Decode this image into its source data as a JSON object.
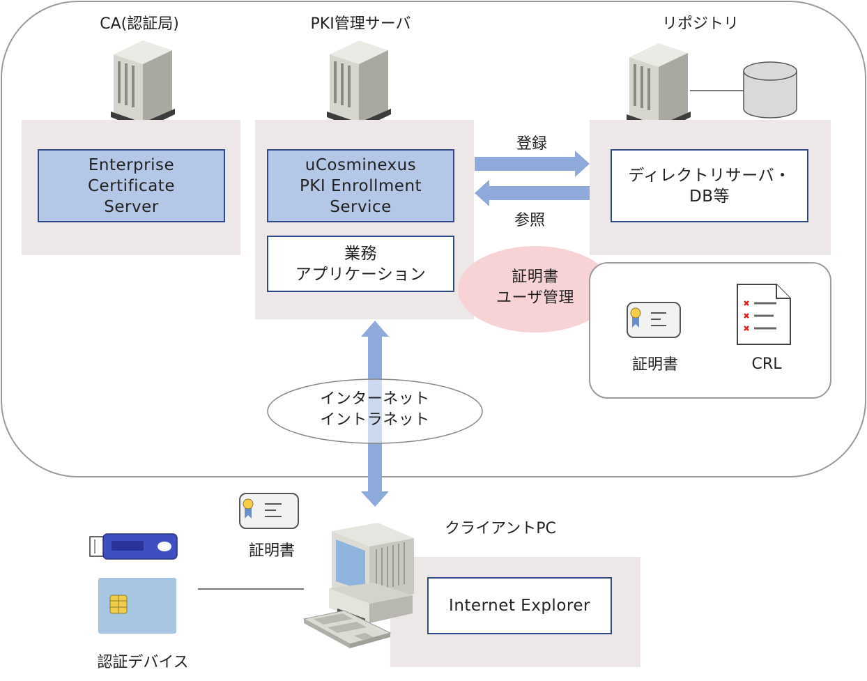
{
  "nodes": {
    "ca": {
      "title": "CA(認証局)",
      "box_lines": [
        "Enterprise",
        "Certificate",
        "Server"
      ]
    },
    "pki": {
      "title": "PKI管理サーバ",
      "box_lines": [
        "uCosminexus",
        "PKI Enrollment",
        "Service"
      ],
      "app_lines": [
        "業務",
        "アプリケーション"
      ]
    },
    "repository": {
      "title": "リポジトリ",
      "box_lines": [
        "ディレクトリサーバ・",
        "DB等"
      ]
    },
    "client": {
      "title": "クライアントPC",
      "box_lines": [
        "Internet Explorer"
      ]
    }
  },
  "arrows": {
    "register": "登録",
    "reference": "参照"
  },
  "cert_mgmt_lines": [
    "証明書",
    "ユーザ管理"
  ],
  "repo_items": {
    "certificate": "証明書",
    "crl": "CRL"
  },
  "network_lines": [
    "インターネット",
    "イントラネット"
  ],
  "client_certificate": "証明書",
  "auth_device": "認証デバイス",
  "colors": {
    "panel": "#ede7e7",
    "box_fill": "#b4c7e7",
    "box_border": "#2f4a87",
    "arrow": "#8eaadb",
    "cert_ellipse": "#f8d3d6"
  }
}
